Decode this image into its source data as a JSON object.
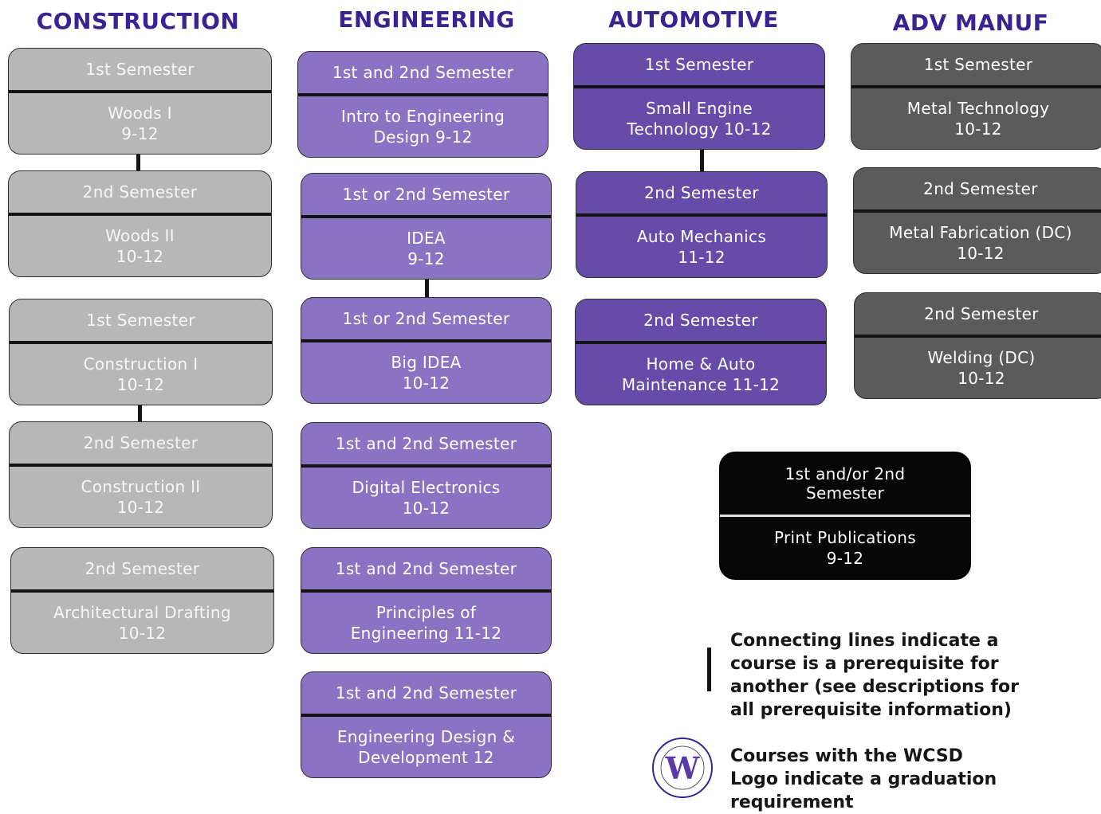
{
  "columns": {
    "construction": "CONSTRUCTION",
    "engineering": "ENGINEERING",
    "automotive": "AUTOMOTIVE",
    "adv_manuf": "ADV MANUF"
  },
  "construction": [
    {
      "semester": "1st Semester",
      "course": "Woods I",
      "grades": "9-12"
    },
    {
      "semester": "2nd Semester",
      "course": "Woods II",
      "grades": "10-12"
    },
    {
      "semester": "1st Semester",
      "course": "Construction I",
      "grades": "10-12"
    },
    {
      "semester": "2nd Semester",
      "course": "Construction II",
      "grades": "10-12"
    },
    {
      "semester": "2nd Semester",
      "course": "Architectural Drafting",
      "grades": "10-12"
    }
  ],
  "engineering": [
    {
      "semester": "1st and 2nd Semester",
      "line1": "Intro to Engineering",
      "line2": "Design  9-12"
    },
    {
      "semester": "1st or 2nd Semester",
      "line1": "IDEA",
      "line2": "9-12"
    },
    {
      "semester": "1st or 2nd Semester",
      "line1": "Big IDEA",
      "line2": "10-12"
    },
    {
      "semester": "1st and 2nd Semester",
      "line1": "Digital Electronics",
      "line2": "10-12"
    },
    {
      "semester": "1st and 2nd Semester",
      "line1": "Principles of",
      "line2": "Engineering    11-12"
    },
    {
      "semester": "1st and 2nd Semester",
      "line1": "Engineering Design &",
      "line2": "Development   12"
    }
  ],
  "automotive": [
    {
      "semester": "1st Semester",
      "line1": "Small Engine",
      "line2": "Technology   10-12"
    },
    {
      "semester": "2nd Semester",
      "line1": "Auto Mechanics",
      "line2": "11-12"
    },
    {
      "semester": "2nd Semester",
      "line1": "Home & Auto",
      "line2": "Maintenance  11-12"
    }
  ],
  "adv_manuf": [
    {
      "semester": "1st Semester",
      "course": "Metal Technology",
      "grades": "10-12"
    },
    {
      "semester": "2nd Semester",
      "course": "Metal Fabrication (DC)",
      "grades": "10-12"
    },
    {
      "semester": "2nd Semester",
      "course": "Welding (DC)",
      "grades": "10-12"
    }
  ],
  "print_publications": {
    "semester_line1": "1st and/or 2nd",
    "semester_line2": "Semester",
    "course": "Print Publications",
    "grades": "9-12"
  },
  "legend": {
    "connecting_lines": [
      "Connecting lines indicate a",
      "course is a prerequisite for",
      "another (see descriptions for",
      "all prerequisite information)"
    ],
    "logo_note": [
      "Courses with the WCSD",
      "Logo indicate a graduation",
      "requirement"
    ],
    "logo_letter": "W"
  },
  "colors": {
    "title": "#3b2291",
    "construction": "#b7b7b7",
    "engineering": "#8b73c4",
    "automotive": "#664ca8",
    "adv_manuf": "#5b5b5b",
    "print": "#060606"
  }
}
